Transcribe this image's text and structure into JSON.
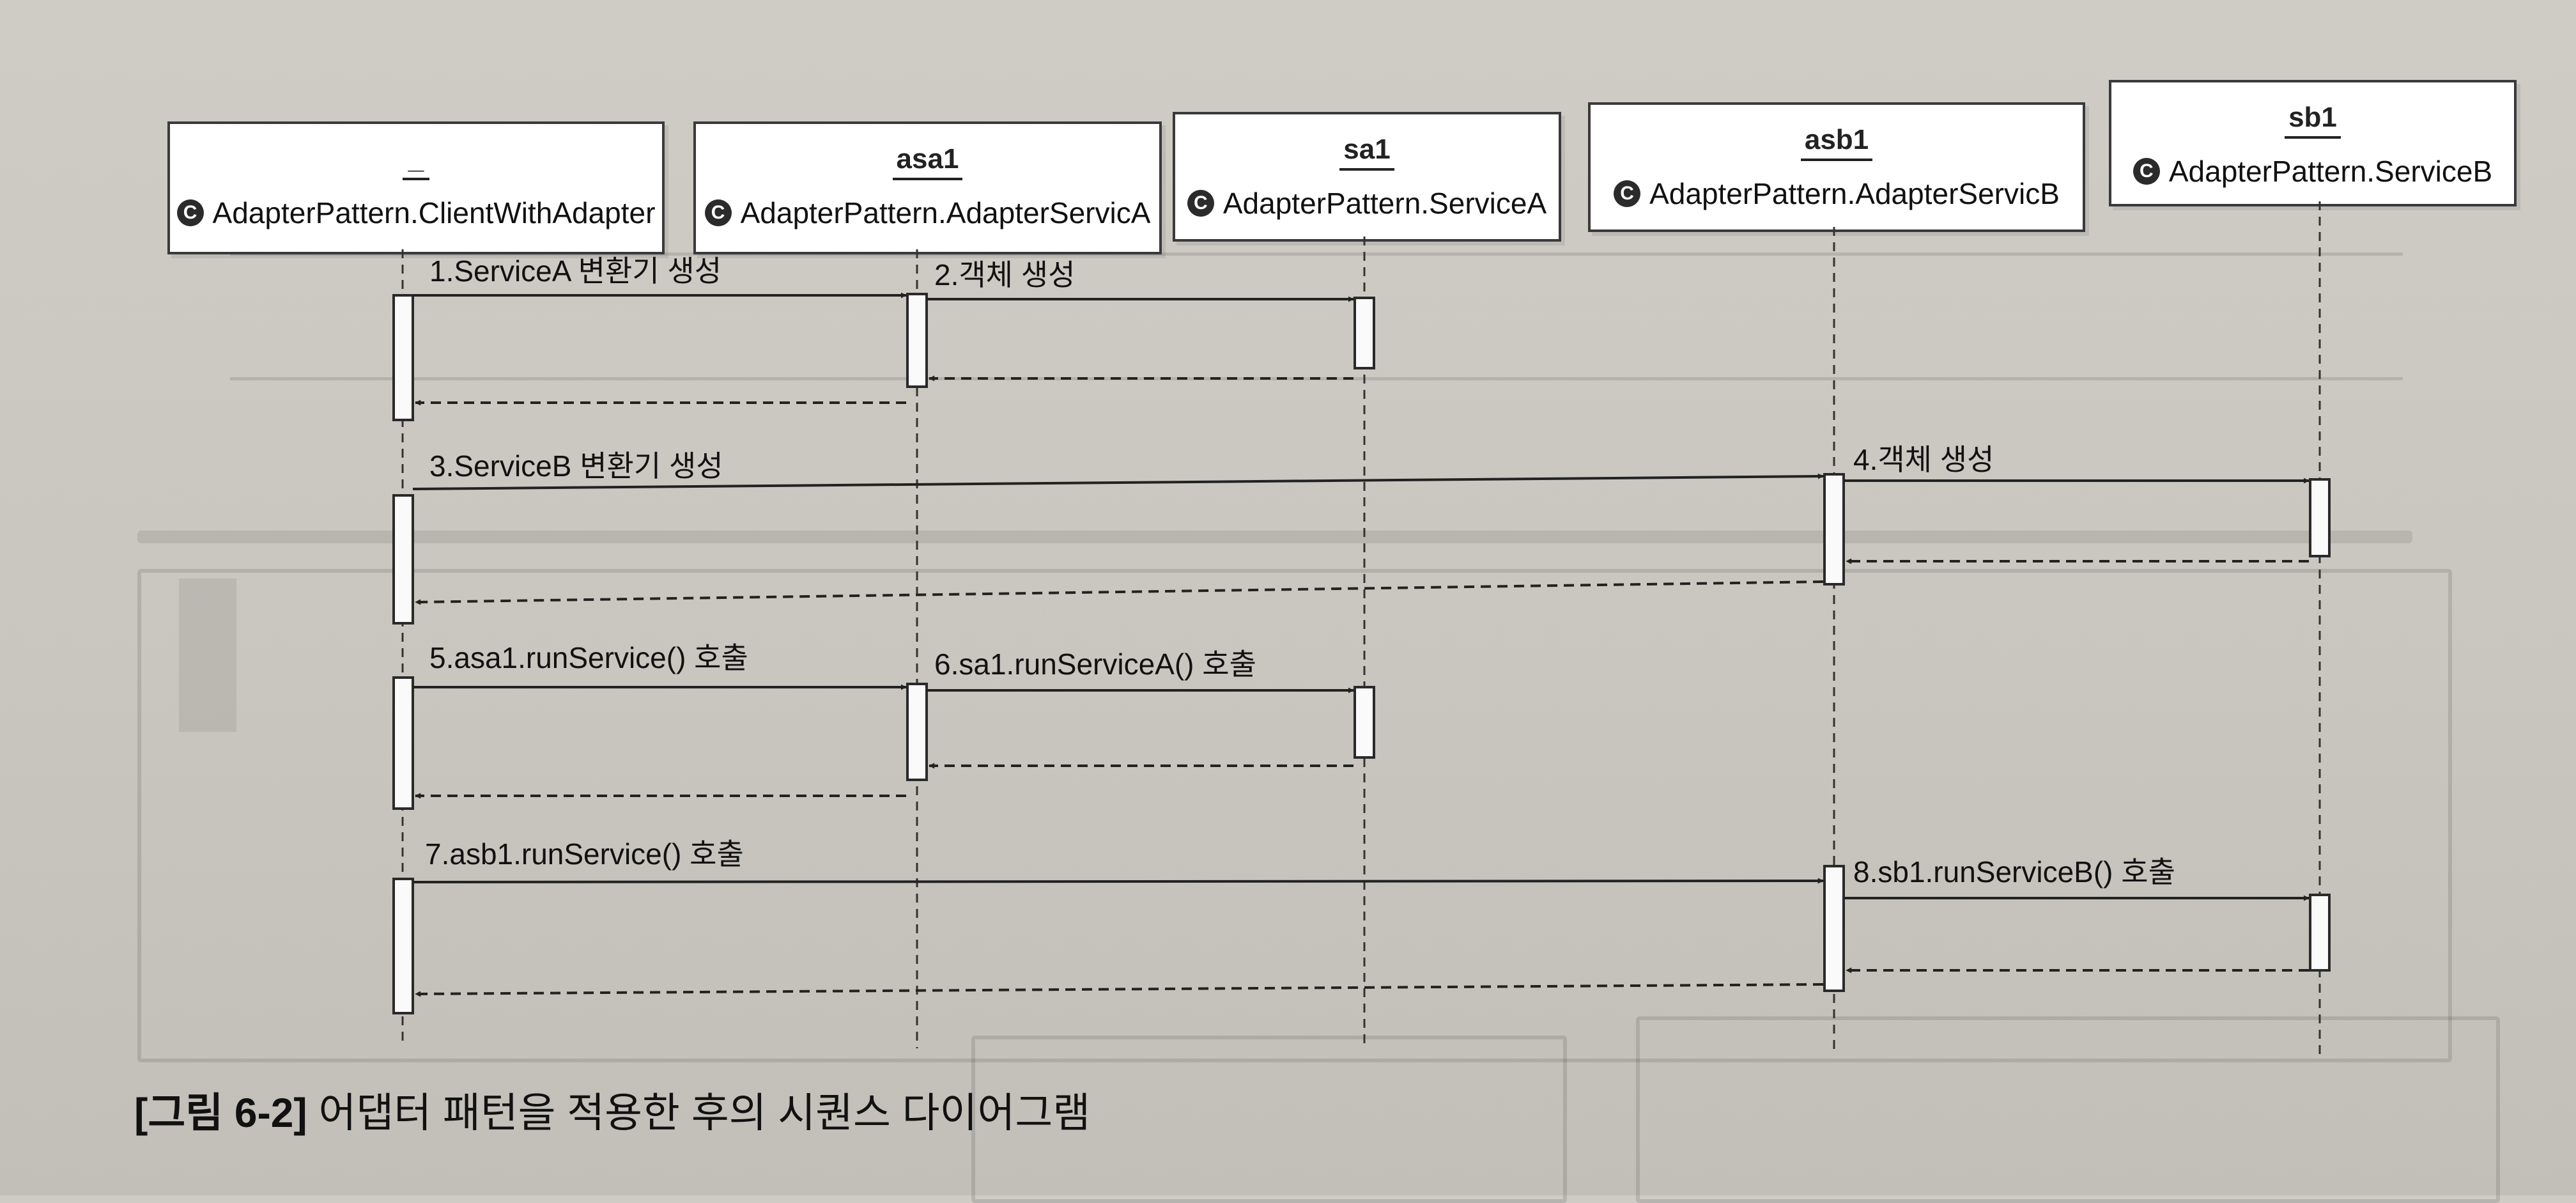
{
  "lifelines": [
    {
      "name": "_",
      "class": "AdapterPattern.ClientWithAdapter",
      "icon": "C"
    },
    {
      "name": "asa1",
      "class": "AdapterPattern.AdapterServicA",
      "icon": "C"
    },
    {
      "name": "sa1",
      "class": "AdapterPattern.ServiceA",
      "icon": "C"
    },
    {
      "name": "asb1",
      "class": "AdapterPattern.AdapterServicB",
      "icon": "C"
    },
    {
      "name": "sb1",
      "class": "AdapterPattern.ServiceB",
      "icon": "C"
    }
  ],
  "messages": [
    {
      "label": "1.ServiceA 변환기 생성",
      "from": 0,
      "to": 1
    },
    {
      "label": "2.객체 생성",
      "from": 1,
      "to": 2
    },
    {
      "label": "3.ServiceB 변환기 생성",
      "from": 0,
      "to": 3
    },
    {
      "label": "4.객체 생성",
      "from": 3,
      "to": 4
    },
    {
      "label": "5.asa1.runService() 호출",
      "from": 0,
      "to": 1
    },
    {
      "label": "6.sa1.runServiceA() 호출",
      "from": 1,
      "to": 2
    },
    {
      "label": "7.asb1.runService() 호출",
      "from": 0,
      "to": 3
    },
    {
      "label": "8.sb1.runServiceB() 호출",
      "from": 3,
      "to": 4
    }
  ],
  "caption": {
    "figure_number": "[그림 6-2]",
    "text": "어댑터 패턴을 적용한 후의 시퀀스 다이어그램"
  }
}
